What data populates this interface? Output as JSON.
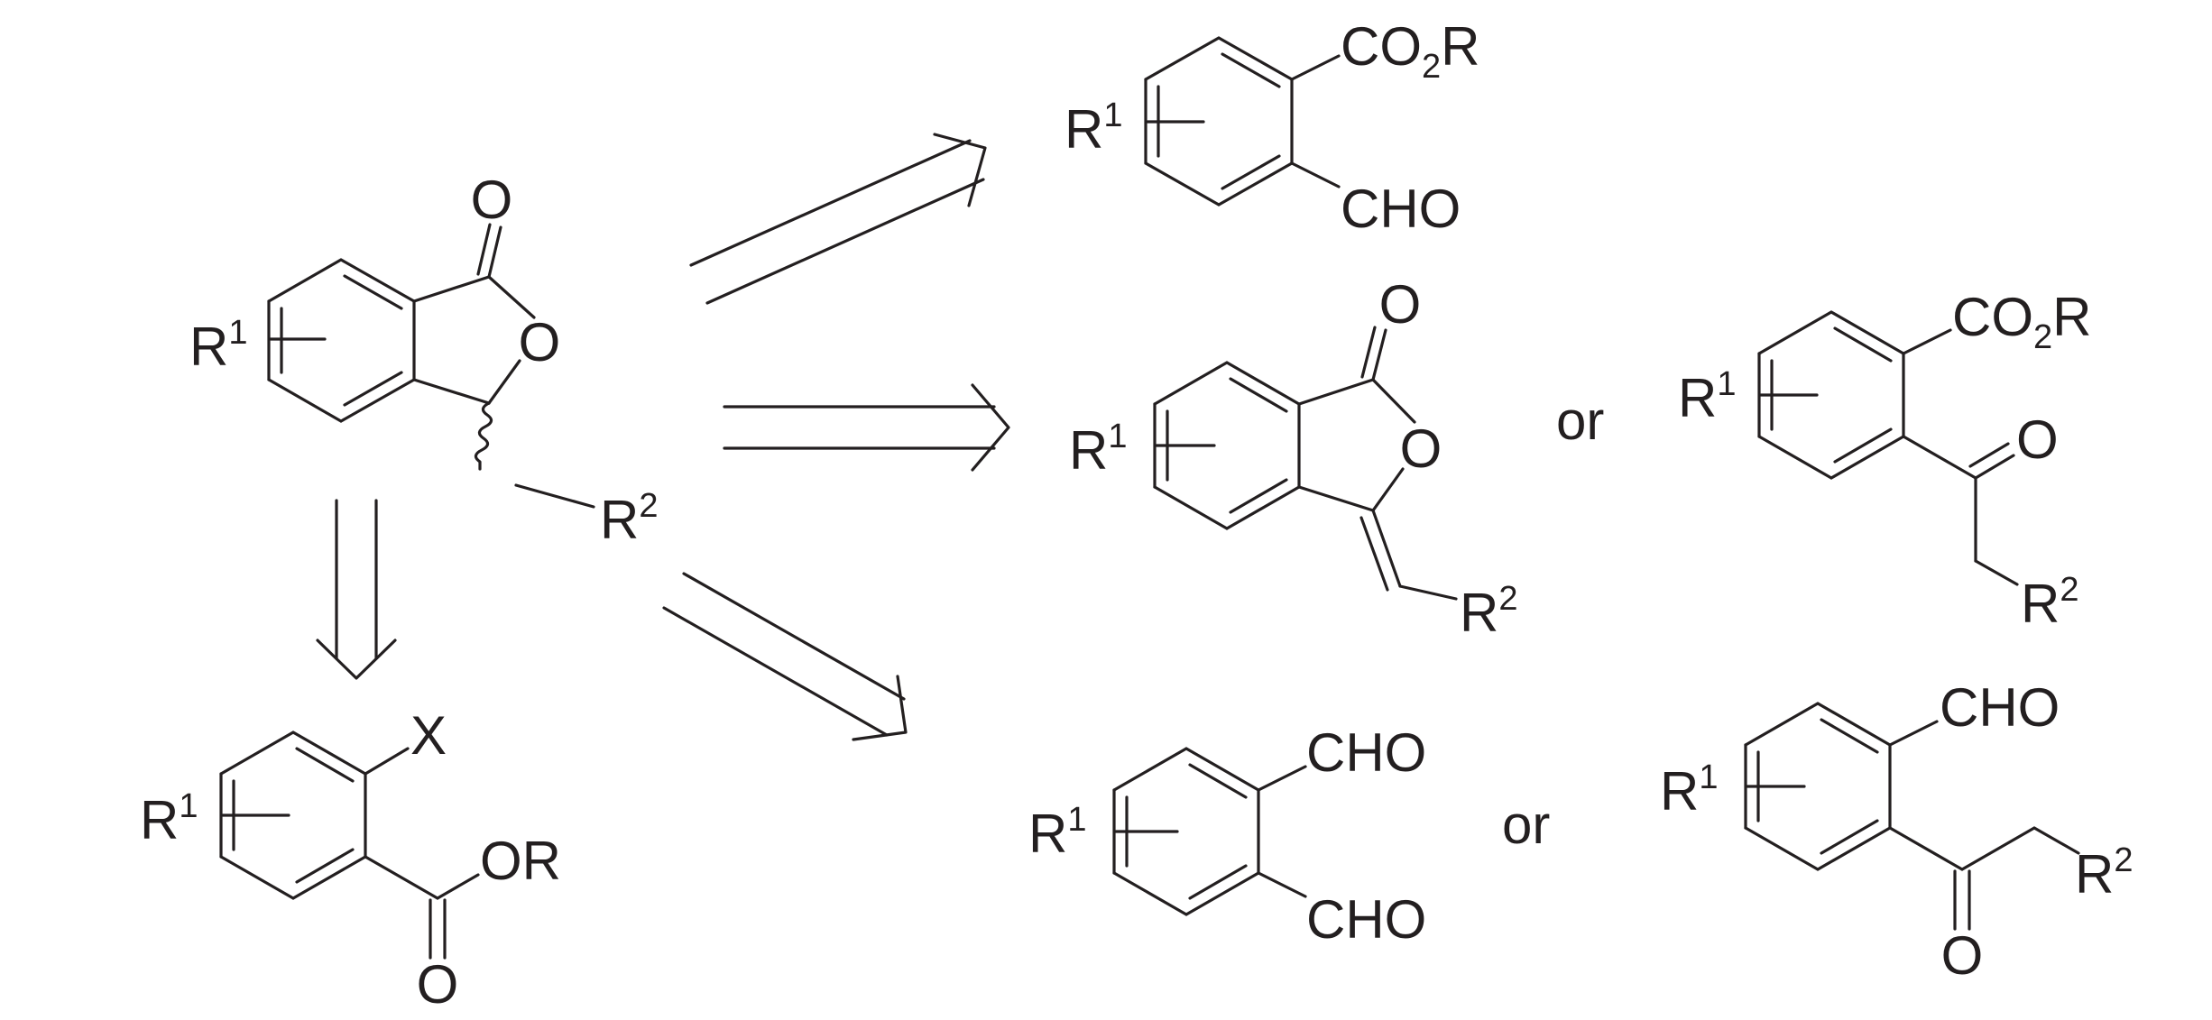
{
  "atoms": {
    "O": "O",
    "R1": "R",
    "R1_sup": "1",
    "R2": "R",
    "R2_sup": "2",
    "CO2R_a": "CO",
    "CO2R_sub": "2",
    "CO2R_b": "R",
    "CHO": "CHO",
    "X": "X",
    "OR": "OR"
  },
  "connectors": {
    "or": "or"
  },
  "colors": {
    "ink": "#231f20",
    "background": "#ffffff"
  }
}
